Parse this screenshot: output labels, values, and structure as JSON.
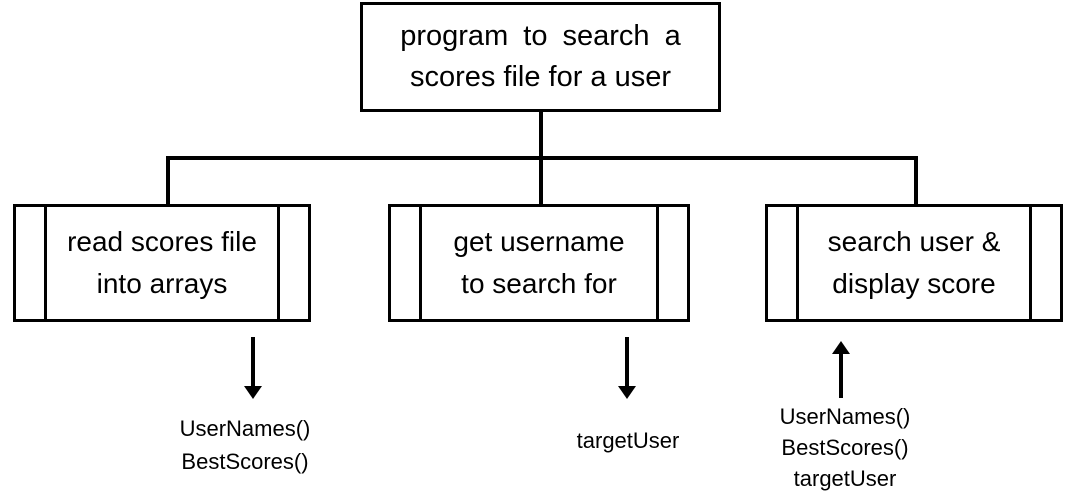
{
  "colors": {
    "line": "#000000",
    "background": "#ffffff",
    "text": "#000000"
  },
  "root": {
    "line1": "program to search a",
    "line2": "scores file for a user"
  },
  "modules": [
    {
      "line1": "read scores file",
      "line2": "into arrays"
    },
    {
      "line1": "get username",
      "line2": "to search for"
    },
    {
      "line1": "search user &",
      "line2": "display score"
    }
  ],
  "flows": [
    {
      "direction": "down",
      "params": [
        "UserNames()",
        "BestScores()"
      ]
    },
    {
      "direction": "down",
      "params": [
        "targetUser"
      ]
    },
    {
      "direction": "up",
      "params": [
        "UserNames()",
        "BestScores()",
        "targetUser"
      ]
    }
  ]
}
